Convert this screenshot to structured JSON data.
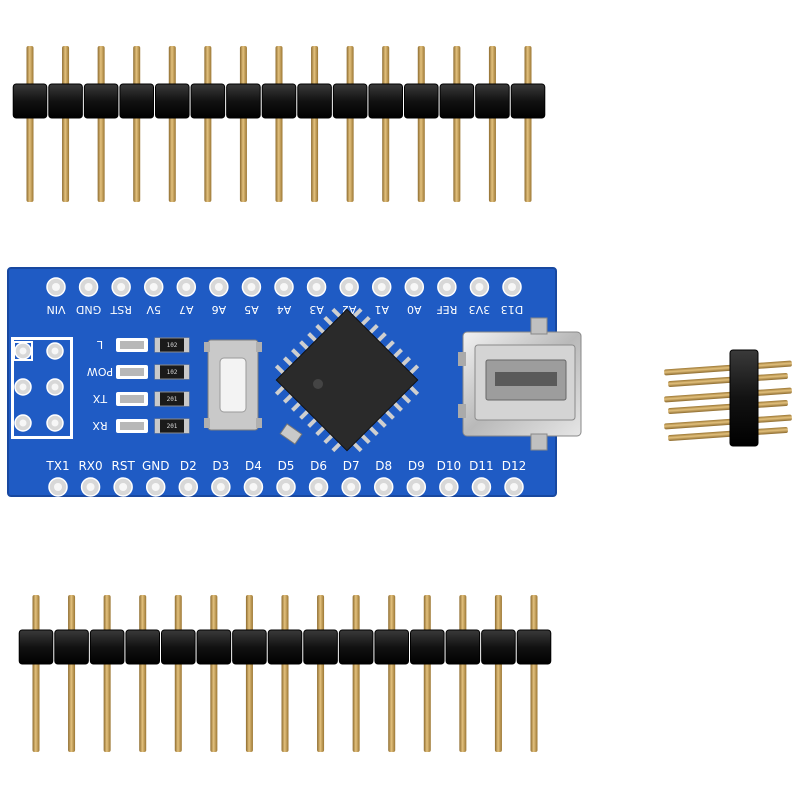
{
  "scene": {
    "subject": "arduino-nano-clone-board-with-pin-headers",
    "colors": {
      "pcb": "#1f5bc4",
      "pcb_dark": "#1848a0",
      "silk": "#ffffff",
      "pin_gold": "#c9a15b",
      "pin_shadow": "#8c6a2e",
      "plastic": "#141414",
      "pad": "#d8d8d8",
      "chip": "#2a2a2a"
    }
  },
  "board": {
    "top_labels": [
      "D13",
      "3V3",
      "REF",
      "A0",
      "A1",
      "A2",
      "A3",
      "A4",
      "A5",
      "A6",
      "A7",
      "5V",
      "RST",
      "GND",
      "VIN"
    ],
    "bottom_labels": [
      "TX1",
      "RX0",
      "RST",
      "GND",
      "D2",
      "D3",
      "D4",
      "D5",
      "D6",
      "D7",
      "D8",
      "D9",
      "D10",
      "D11",
      "D12"
    ],
    "led_labels": [
      "L",
      "POW",
      "TX",
      "RX"
    ],
    "resistor_codes": [
      "102",
      "102",
      "201",
      "201"
    ]
  },
  "headers": {
    "top_pin_count": 15,
    "bottom_pin_count": 15,
    "small_rows": 3,
    "small_cols": 2
  }
}
